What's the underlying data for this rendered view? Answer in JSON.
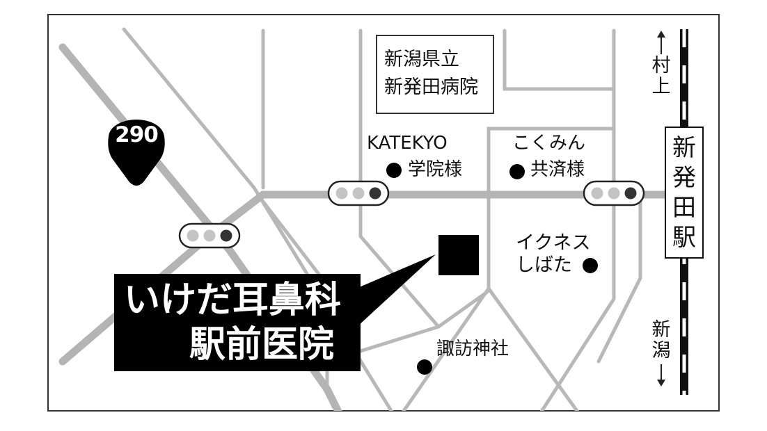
{
  "route": {
    "number": "290"
  },
  "hospital": {
    "line1": "新潟県立",
    "line2": "新発田病院"
  },
  "landmarks": {
    "katekyo_line1": "KATEKYO",
    "katekyo_line2": "学院様",
    "kokumin_line1": "こくみん",
    "kokumin_line2": "共済様",
    "ikunesu_line1": "イクネス",
    "ikunesu_line2": "しばた",
    "suwa": "諏訪神社"
  },
  "clinic": {
    "line1": "いけだ耳鼻科",
    "line2": "駅前医院"
  },
  "station": {
    "chars": [
      "新",
      "発",
      "田",
      "駅"
    ]
  },
  "directions": {
    "north_chars": [
      "村",
      "上"
    ],
    "south_chars": [
      "新",
      "潟"
    ]
  },
  "colors": {
    "road": "#b4b4b4",
    "rail": "#111111",
    "marker": "#000000",
    "frame": "#333333"
  }
}
